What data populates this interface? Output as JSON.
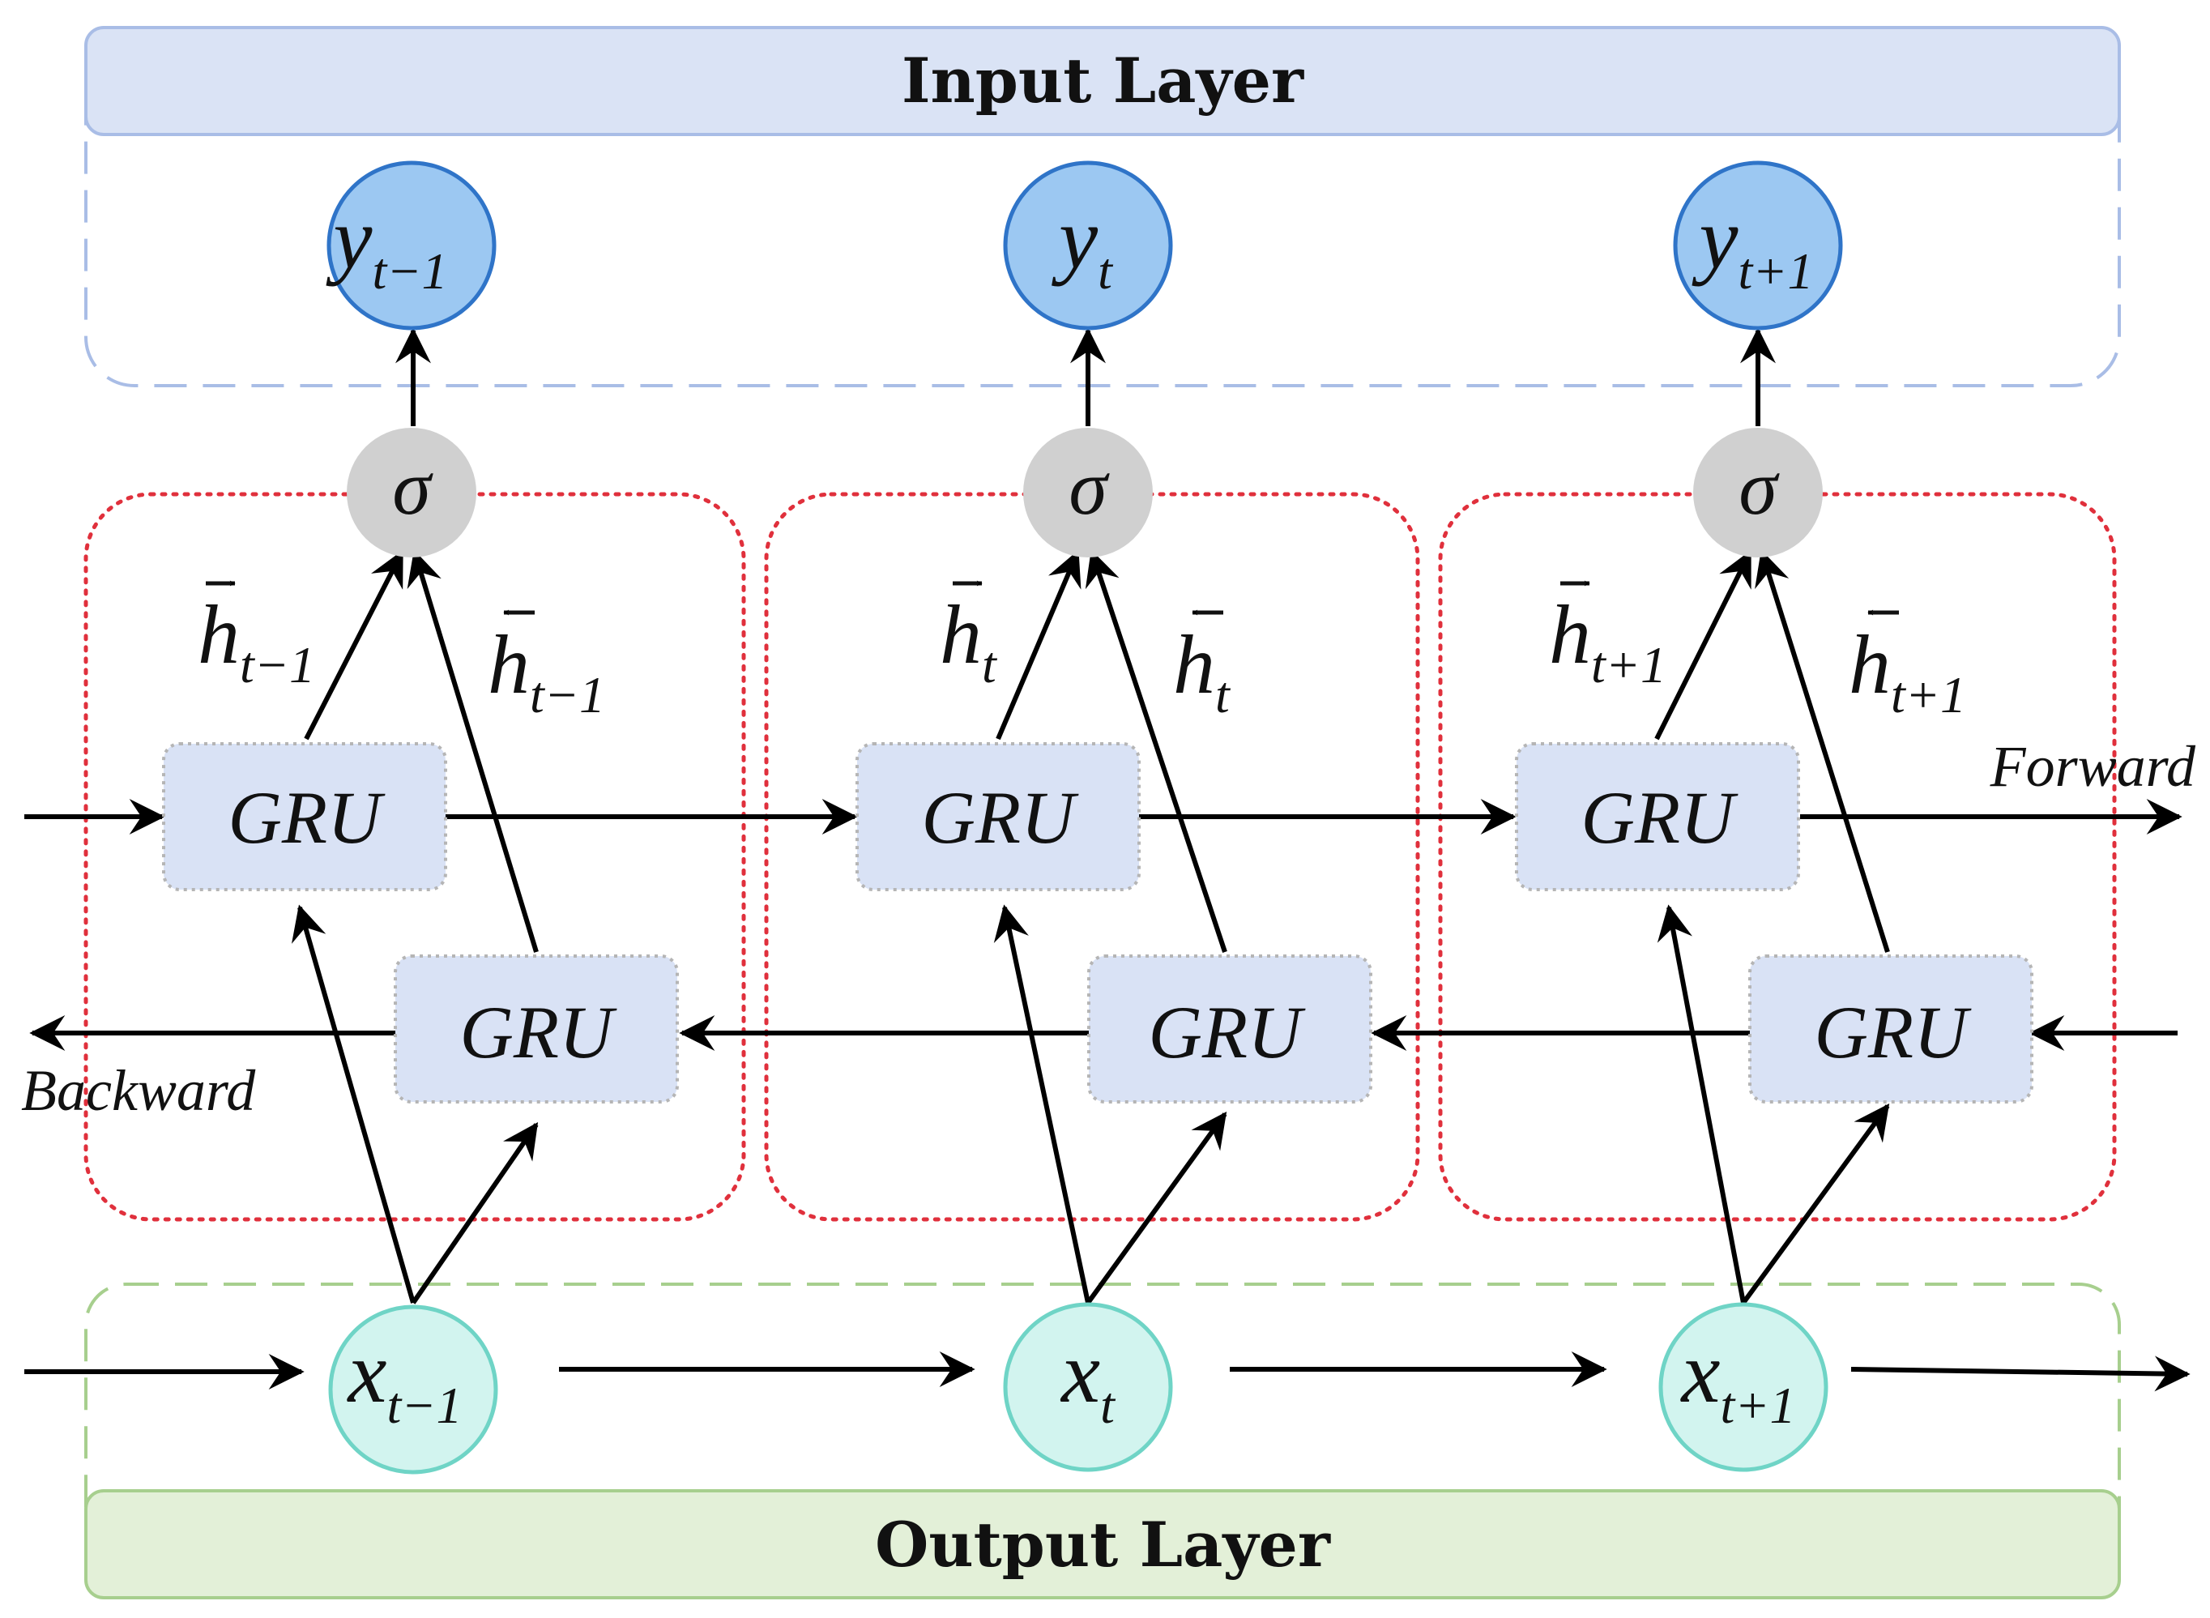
{
  "layers": {
    "top_label": "Input Layer",
    "bottom_label": "Output Layer"
  },
  "direction_labels": {
    "forward": "Forward",
    "backward": "Backward"
  },
  "cells": [
    {
      "y_base": "y",
      "y_sub": "t−1",
      "sigma": "σ",
      "hf_base": "h",
      "hf_sub": "t−1",
      "hb_base": "h",
      "hb_sub": "t−1",
      "gru_forward": "GRU",
      "gru_backward": "GRU",
      "x_base": "x",
      "x_sub": "t−1"
    },
    {
      "y_base": "y",
      "y_sub": "t",
      "sigma": "σ",
      "hf_base": "h",
      "hf_sub": "t",
      "hb_base": "h",
      "hb_sub": "t",
      "gru_forward": "GRU",
      "gru_backward": "GRU",
      "x_base": "x",
      "x_sub": "t"
    },
    {
      "y_base": "y",
      "y_sub": "t+1",
      "sigma": "σ",
      "hf_base": "h",
      "hf_sub": "t+1",
      "hb_base": "h",
      "hb_sub": "t+1",
      "gru_forward": "GRU",
      "gru_backward": "GRU",
      "x_base": "x",
      "x_sub": "t+1"
    }
  ],
  "colors": {
    "input_layer_fill": "#dae3f5",
    "input_layer_border": "#a9bde6",
    "output_layer_fill": "#e3f0d8",
    "output_layer_border": "#a7cf8e",
    "y_node_fill": "#9cc8f2",
    "y_node_border": "#2f74c8",
    "x_node_fill": "#d2f4ef",
    "x_node_border": "#6fd4c6",
    "sigma_fill": "#d0d0d0",
    "gru_fill": "#d9e2f5",
    "cell_border": "#e0303c"
  }
}
